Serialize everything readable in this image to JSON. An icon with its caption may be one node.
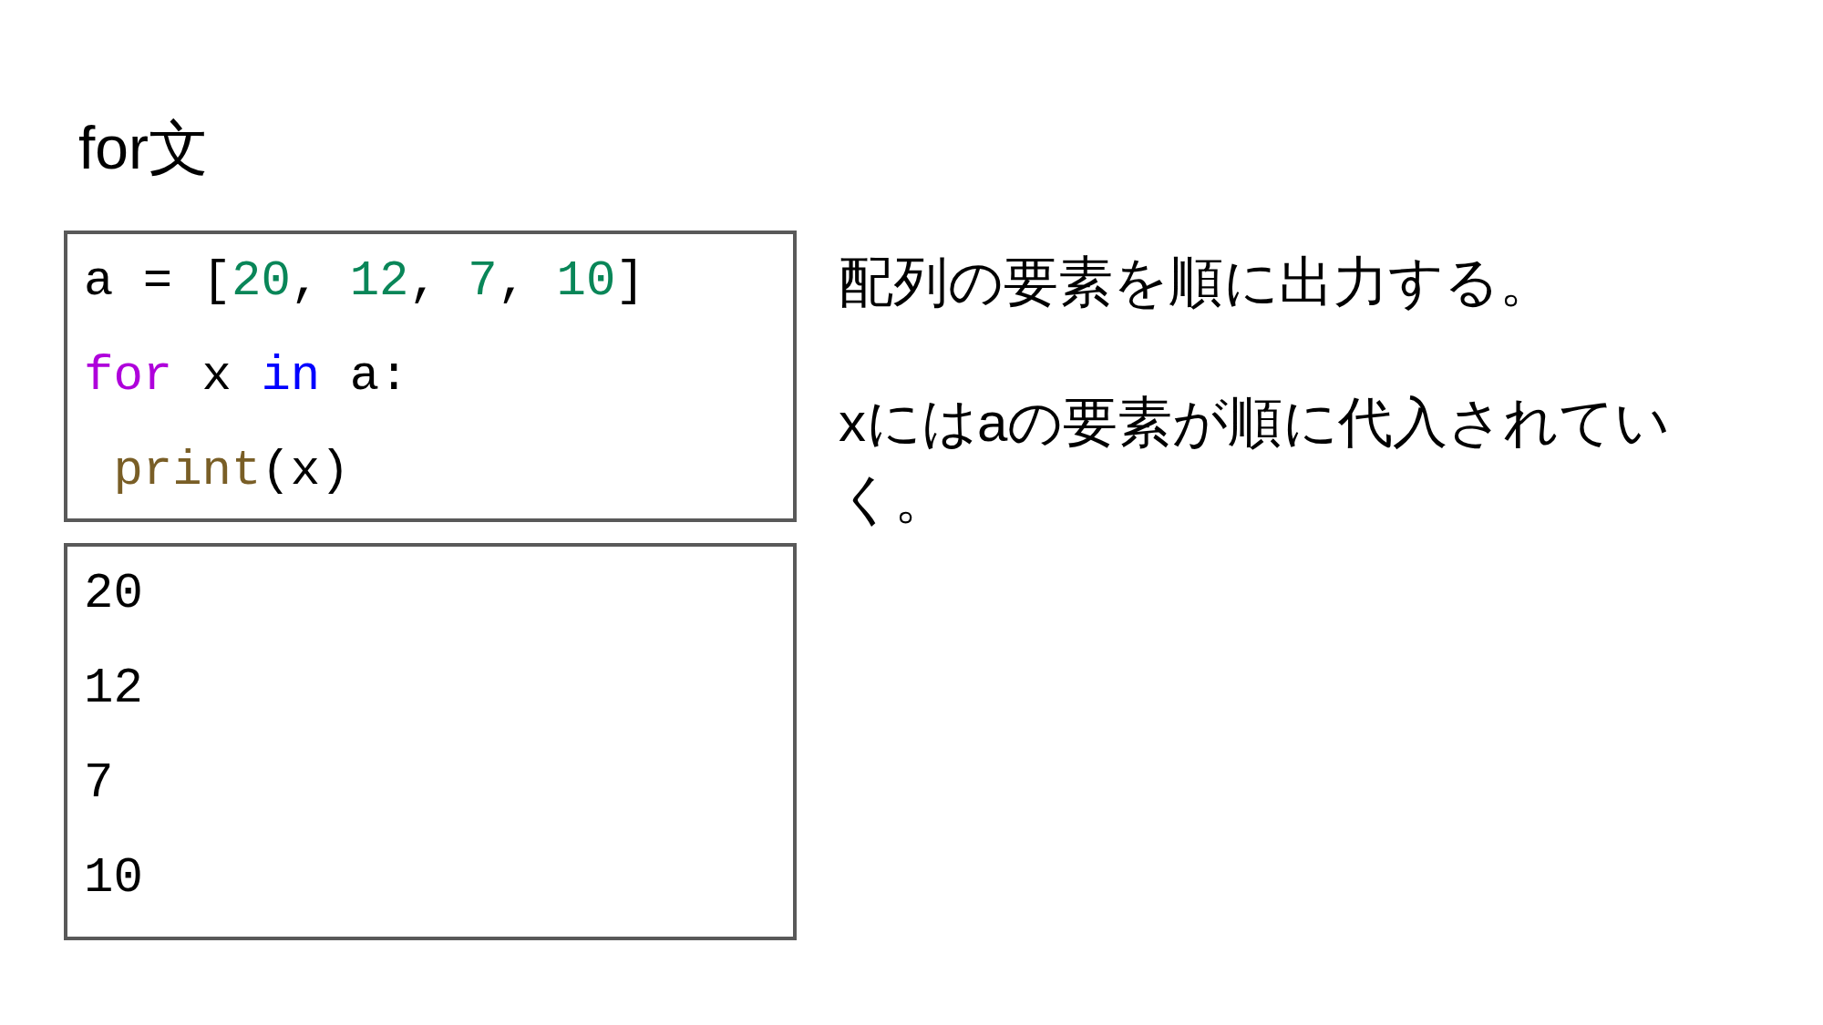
{
  "diagram": {
    "title": "for文",
    "nodes": [
      {
        "text": [
          "a = [20, 12, 7, 10]",
          "for x in a:",
          " print(x)"
        ]
      },
      {
        "text": [
          "20",
          "12",
          "7",
          "10"
        ]
      }
    ],
    "labels": [
      "配列の要素を順に出力する。",
      "xにはaの要素が順に代入されていく。"
    ]
  }
}
